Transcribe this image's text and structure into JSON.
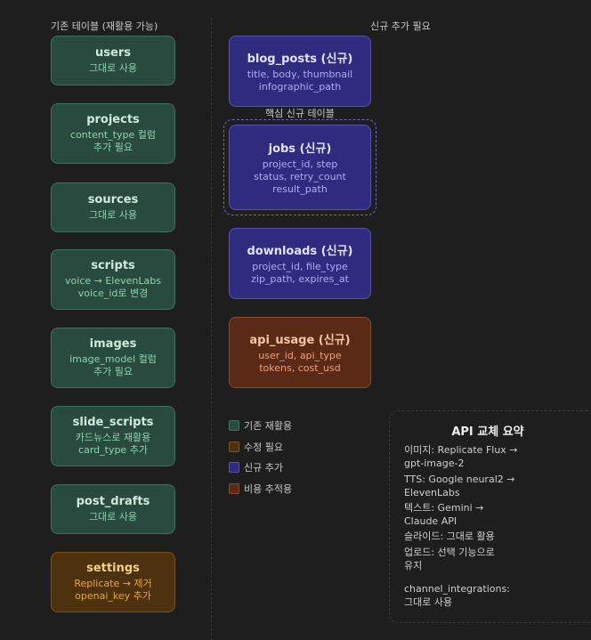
{
  "headers": {
    "existing": "기존 테이블 (재활용 가능)",
    "new": "신규 추가 필요",
    "core": "핵심 신규 테이블"
  },
  "existing_tables": [
    {
      "name": "users",
      "note": "그대로 사용"
    },
    {
      "name": "projects",
      "note": "content_type 컬럼\n추가 필요"
    },
    {
      "name": "sources",
      "note": "그대로 사용"
    },
    {
      "name": "scripts",
      "note": "voice → ElevenLabs\nvoice_id로 변경"
    },
    {
      "name": "images",
      "note": "image_model 컬럼\n추가 필요"
    },
    {
      "name": "slide_scripts",
      "note": "카드뉴스로 재활용\ncard_type 추가"
    },
    {
      "name": "post_drafts",
      "note": "그대로 사용"
    },
    {
      "name": "settings",
      "note": "Replicate → 제거\nopenai_key 추가"
    }
  ],
  "new_tables": [
    {
      "name": "blog_posts (신규)",
      "note": "title, body, thumbnail\ninfographic_path"
    },
    {
      "name": "jobs (신규)",
      "note": "project_id, step\nstatus, retry_count\nresult_path"
    },
    {
      "name": "downloads (신규)",
      "note": "project_id, file_type\nzip_path, expires_at"
    },
    {
      "name": "api_usage (신규)",
      "note": "user_id, api_type\ntokens, cost_usd"
    }
  ],
  "legend": [
    {
      "label": "기존 재활용",
      "color": "#294a3e"
    },
    {
      "label": "수정 필요",
      "color": "#4e3210"
    },
    {
      "label": "신규 추가",
      "color": "#2f2c80"
    },
    {
      "label": "비용 추적용",
      "color": "#5a2a17"
    }
  ],
  "api_summary": {
    "title": "API 교체 요약",
    "lines": [
      "이미지: Replicate Flux →\ngpt-image-2",
      "TTS: Google neural2 →\nElevenLabs",
      "텍스트: Gemini →\nClaude API",
      "슬라이드: 그대로 활용",
      "업로드: 선택 기능으로\n유지",
      "channel_integrations:\n그대로 사용"
    ]
  }
}
